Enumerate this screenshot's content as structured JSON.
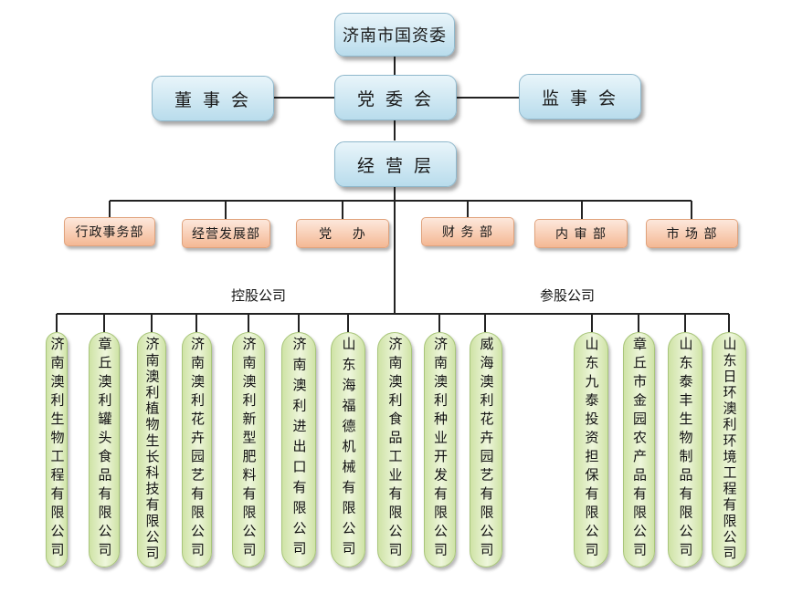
{
  "top": {
    "title": "济南市国资委"
  },
  "board": {
    "label": "董 事 会"
  },
  "party_committee": {
    "label": "党 委 会"
  },
  "supervisors": {
    "label": "监 事 会"
  },
  "management": {
    "label": "经 营 层"
  },
  "departments": [
    "行政事务部",
    "经营发展部",
    "党    办",
    "财 务 部",
    "内 审 部",
    "市 场 部"
  ],
  "holding_label": "控股公司",
  "shares_label": "参股公司",
  "holding_companies": [
    "济南澳利生物工程有限公司",
    "章丘澳利罐头食品有限公司",
    "济南澳利植物生长科技有限公司",
    "济南澳利花卉园艺有限公司",
    "济南澳利新型肥料有限公司",
    "济南澳利进出口有限公司",
    "山东海福德机械有限公司",
    "济南澳利食品工业有限公司",
    "济南澳利种业开发有限公司",
    "威海澳利花卉园艺有限公司"
  ],
  "share_companies": [
    "山东九泰投资担保有限公司",
    "章丘市金园农产品有限公司",
    "山东泰丰生物制品有限公司",
    "山东日环澳利环境工程有限公司"
  ]
}
